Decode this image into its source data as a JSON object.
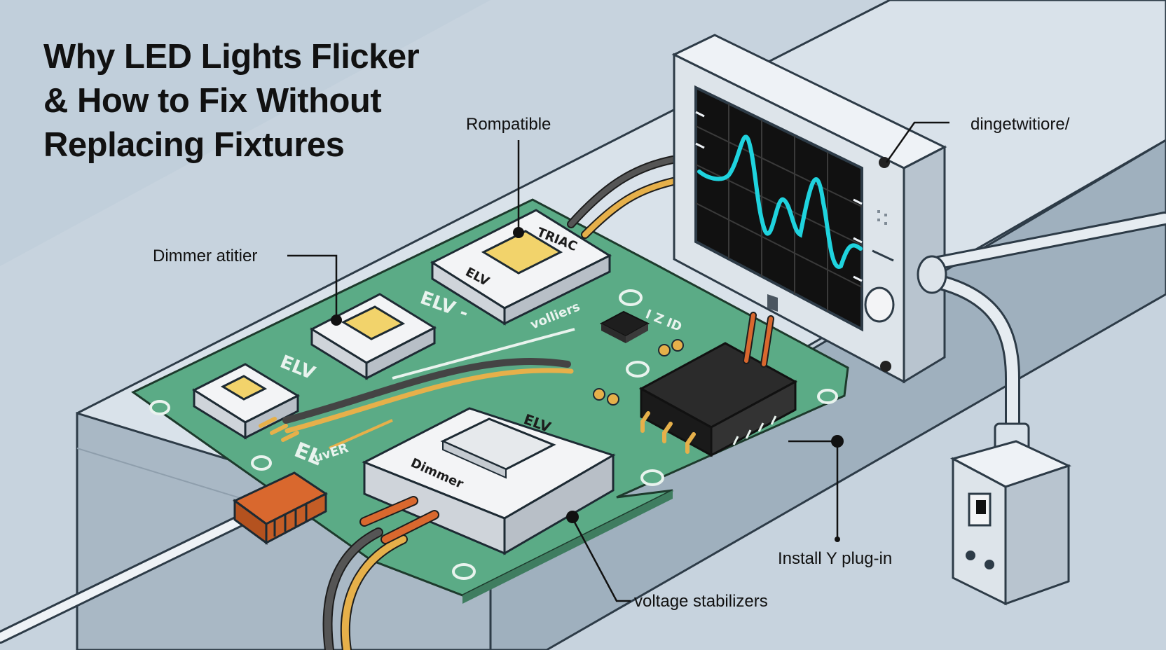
{
  "title_lines": [
    "Why LED Lights Flicker",
    "& How to Fix Without",
    "Replacing Fixtures"
  ],
  "callouts": {
    "compatible": "Rompatible",
    "dimmer": "Dimmer atitier",
    "scope": "dingetwitiore/",
    "plugin": "Install Y plug-in",
    "stabilizers": "voltage stabilizers"
  },
  "board_labels": {
    "triac": "TRIAC",
    "elv_top": "ELV",
    "elv_mid": "ELV -",
    "elv_left": "ELV",
    "elv_module": "ELV",
    "dimmer_module": "Dimmer",
    "el": "EL",
    "uver": "uvER",
    "volters": "volliers",
    "code": "I Z ID"
  },
  "colors": {
    "background": "#c7d3de",
    "pcb": "#5bab86",
    "waveform": "#1fd3de",
    "connector": "#d9682e",
    "wire_yellow": "#e6b04a",
    "wire_dark": "#444444"
  },
  "icons": [
    "oscilloscope-icon",
    "plug-in-device-icon",
    "connector-clip-icon"
  ]
}
